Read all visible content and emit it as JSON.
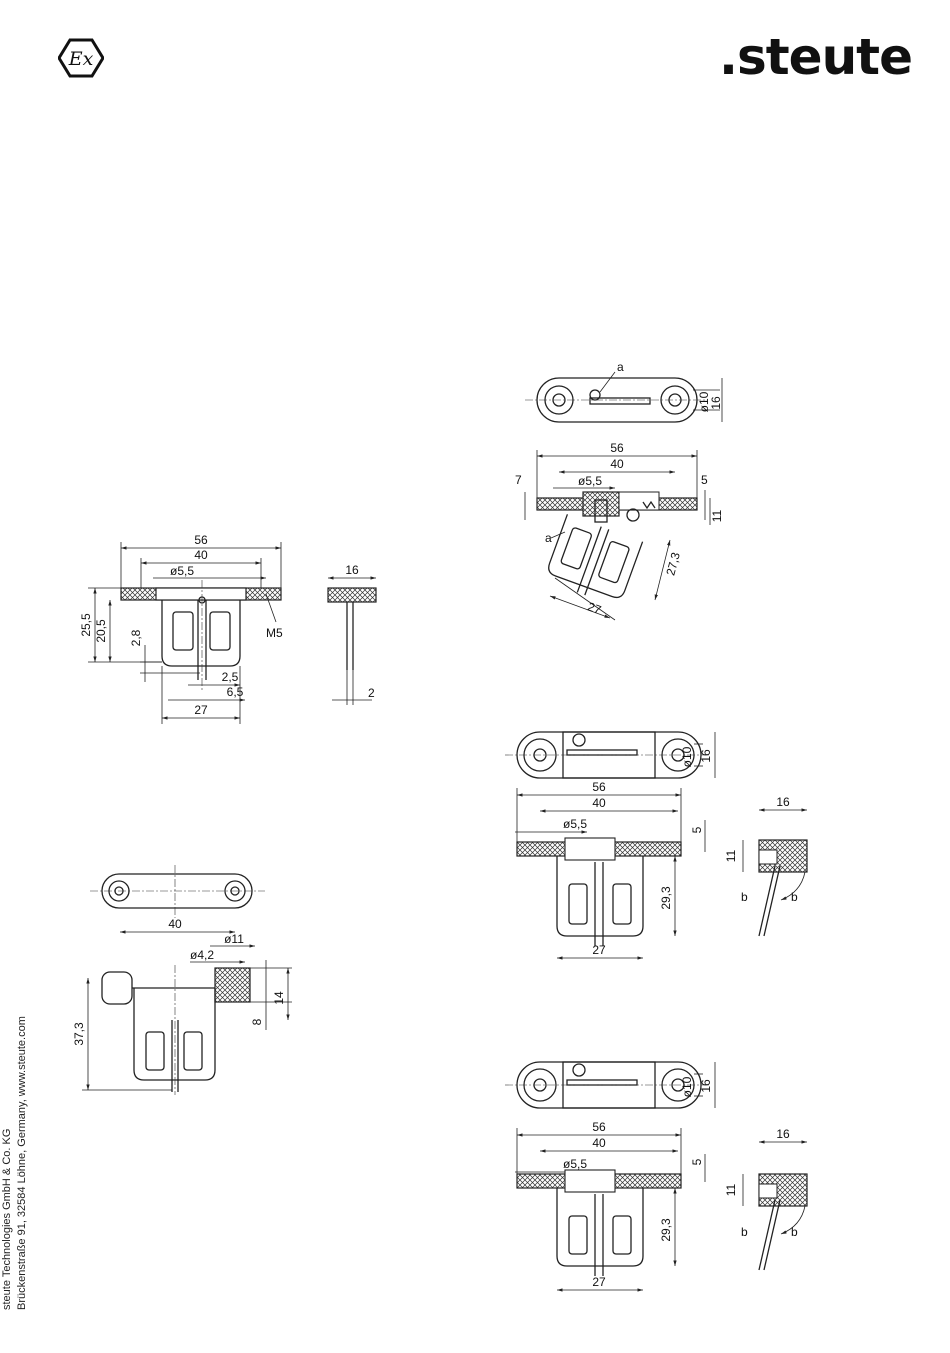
{
  "header": {
    "ex_mark": "Ex",
    "brand": ".steute"
  },
  "footer": {
    "line1": "steute Technologies GmbH & Co. KG",
    "line2": "Brückenstraße 91, 32584 Löhne, Germany, www.steute.com"
  },
  "drawings": {
    "front_left": {
      "w56": "56",
      "w40": "40",
      "d55": "ø5,5",
      "h255": "25,5",
      "h205": "20,5",
      "t28": "2,8",
      "t25": "2,5",
      "t65": "6,5",
      "w27": "27",
      "thread": "M5"
    },
    "side_left": {
      "w16": "16",
      "t2": "2"
    },
    "flex_left": {
      "w40": "40",
      "d11": "ø11",
      "d42": "ø4,2",
      "h373": "37,3",
      "h14": "14",
      "h8": "8"
    },
    "angled": {
      "a": "a",
      "d10": "ø10",
      "w16": "16",
      "w56": "56",
      "w40": "40",
      "d55": "ø5,5",
      "h7": "7",
      "h5": "5",
      "h11": "11",
      "h273": "27,3",
      "w27": "27"
    },
    "version_b1": {
      "d10": "ø10",
      "w16": "16",
      "w56": "56",
      "w40": "40",
      "d55": "ø5,5",
      "h5": "5",
      "h293": "29,3",
      "w27": "27",
      "s16": "16",
      "s11": "11",
      "b": "b"
    },
    "version_b2": {
      "d10": "ø10",
      "w16": "16",
      "w56": "56",
      "w40": "40",
      "d55": "ø5,5",
      "h5": "5",
      "h293": "29,3",
      "w27": "27",
      "s16": "16",
      "s11": "11",
      "b": "b"
    }
  }
}
